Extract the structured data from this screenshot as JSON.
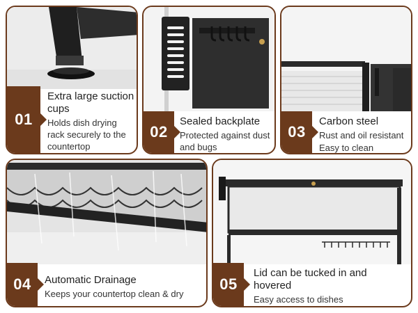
{
  "features": [
    {
      "num": "01",
      "title": "Extra large suction cups",
      "desc": "Holds dish drying rack securely to the countertop"
    },
    {
      "num": "02",
      "title": "Sealed backplate",
      "desc": "Protected against dust and bugs"
    },
    {
      "num": "03",
      "title": "Carbon steel",
      "desc": "Rust and oil resistant",
      "desc2": "Easy to clean"
    },
    {
      "num": "04",
      "title": "Automatic Drainage",
      "desc": "Keeps your countertop clean & dry"
    },
    {
      "num": "05",
      "title": "Lid can be tucked in and hovered",
      "desc": "Easy access to dishes"
    }
  ],
  "colors": {
    "accent": "#6b3a1c",
    "background": "#ffffff"
  }
}
